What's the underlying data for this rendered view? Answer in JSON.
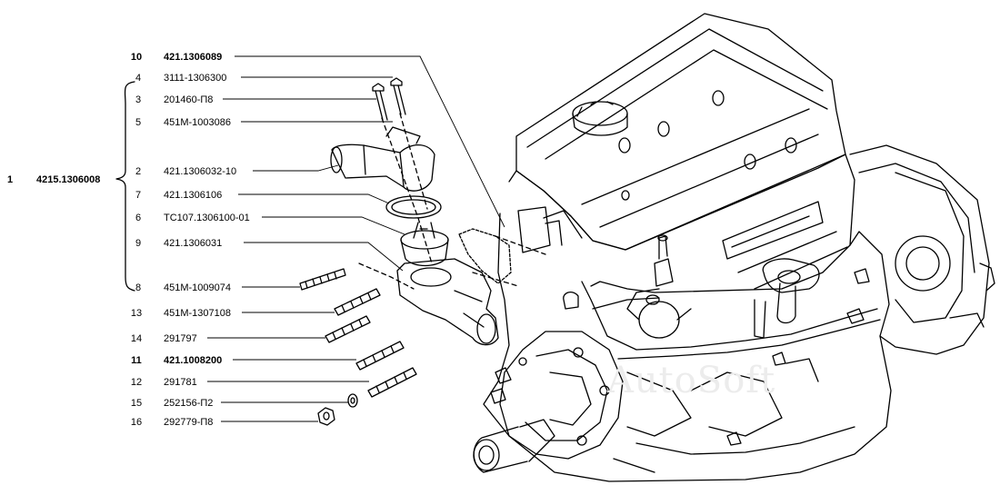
{
  "assembly": {
    "number": "1",
    "code": "4215.1306008"
  },
  "parts": [
    {
      "num": "10",
      "code": "421.1306089",
      "bold": true
    },
    {
      "num": "4",
      "code": "3111-1306300",
      "bold": false
    },
    {
      "num": "3",
      "code": "201460-П8",
      "bold": false
    },
    {
      "num": "5",
      "code": "451М-1003086",
      "bold": false
    },
    {
      "num": "2",
      "code": "421.1306032-10",
      "bold": false
    },
    {
      "num": "7",
      "code": "421.1306106",
      "bold": false
    },
    {
      "num": "6",
      "code": "ТС107.1306100-01",
      "bold": false
    },
    {
      "num": "9",
      "code": "421.1306031",
      "bold": false
    },
    {
      "num": "8",
      "code": "451М-1009074",
      "bold": false
    },
    {
      "num": "13",
      "code": "451М-1307108",
      "bold": false
    },
    {
      "num": "14",
      "code": "291797",
      "bold": false
    },
    {
      "num": "11",
      "code": "421.1008200",
      "bold": true
    },
    {
      "num": "12",
      "code": "291781",
      "bold": false
    },
    {
      "num": "15",
      "code": "252156-П2",
      "bold": false
    },
    {
      "num": "16",
      "code": "292779-П8",
      "bold": false
    }
  ],
  "watermark": "AutoSoft"
}
